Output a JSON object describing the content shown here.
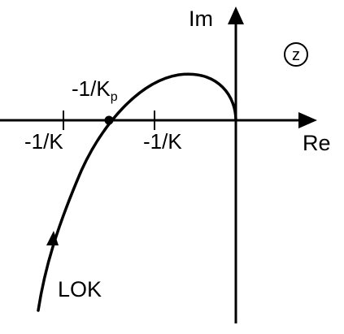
{
  "axes": {
    "imaginary_label": "Im",
    "real_label": "Re"
  },
  "plane": {
    "symbol": "z"
  },
  "ticks": {
    "left_label": "-1/K",
    "right_label": "-1/K"
  },
  "intersection": {
    "label_main": "-1/K",
    "label_subscript": "p"
  },
  "curve": {
    "label": "LOK"
  },
  "colors": {
    "stroke": "#000000",
    "background": "#ffffff"
  }
}
